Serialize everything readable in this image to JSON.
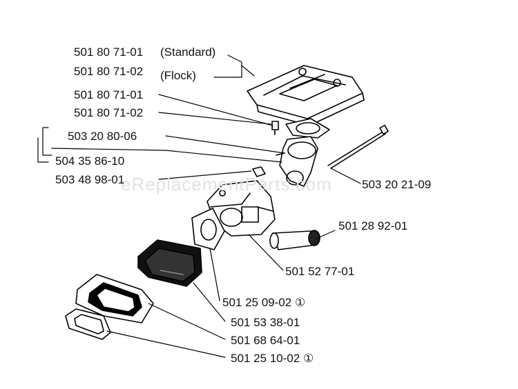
{
  "watermark": "eReplacementParts.com",
  "labels": {
    "air_filter_standard_num": "501 80 71-01",
    "air_filter_standard_note": "(Standard)",
    "air_filter_flock_num": "501 80 71-02",
    "air_filter_flock_note": "(Flock)",
    "screw_1": "501 80 71-01",
    "screw_2": "501 80 71-02",
    "intake_adapter": "503 20 80-06",
    "intake_kit": "504 35 86-10",
    "nut": "503 48 98-01",
    "rod": "503 20 21-09",
    "fuel_filter": "501 28 92-01",
    "carburetor": "501 52 77-01",
    "gasket_upper": "501 25 09-02",
    "intake_manifold": "501 53 38-01",
    "spacer": "501 68 64-01",
    "gasket_lower": "501 25 10-02"
  },
  "footnote_mark": "①"
}
